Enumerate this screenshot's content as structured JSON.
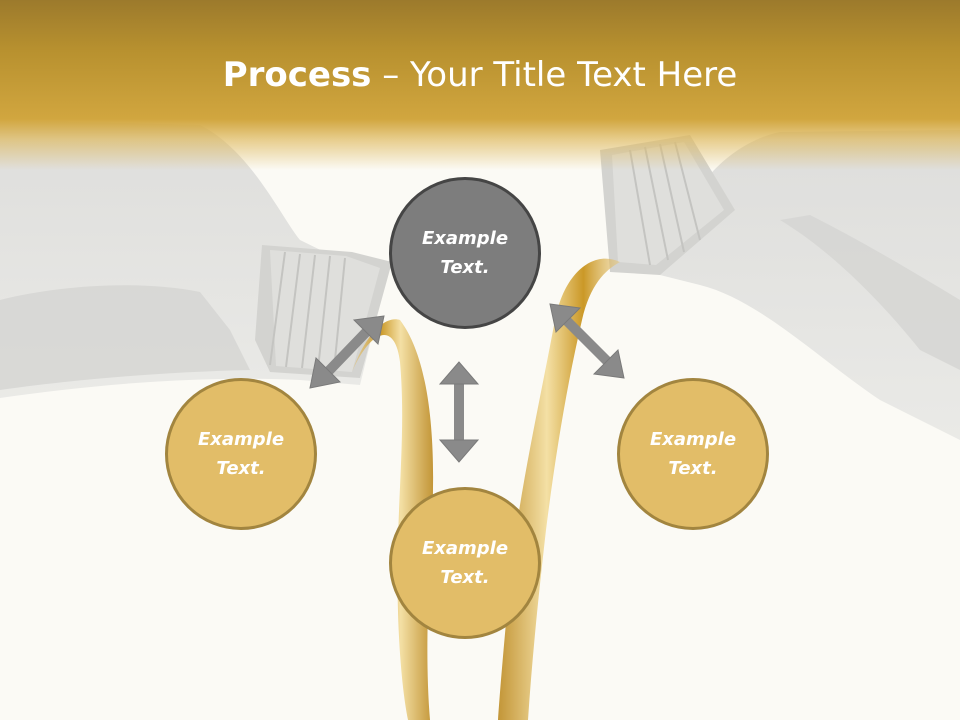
{
  "slide": {
    "title_bold": "Process",
    "title_rest": " – Your Title Text Here"
  },
  "nodes": {
    "top": "Example Text.",
    "left": "Example Text.",
    "right": "Example Text.",
    "bottom": "Example Text."
  },
  "colors": {
    "header_gold": "#d1a63f",
    "circle_gold": "#e2bd68",
    "circle_gold_border": "#a2853f",
    "circle_grey": "#7d7d7d",
    "circle_grey_border": "#454545",
    "arrow_grey": "#8a8a8a",
    "oil": "#c9961f"
  },
  "icons": [
    "oil-bottle-left",
    "oil-bottle-right",
    "oil-stream-left",
    "oil-stream-right",
    "double-arrow"
  ]
}
